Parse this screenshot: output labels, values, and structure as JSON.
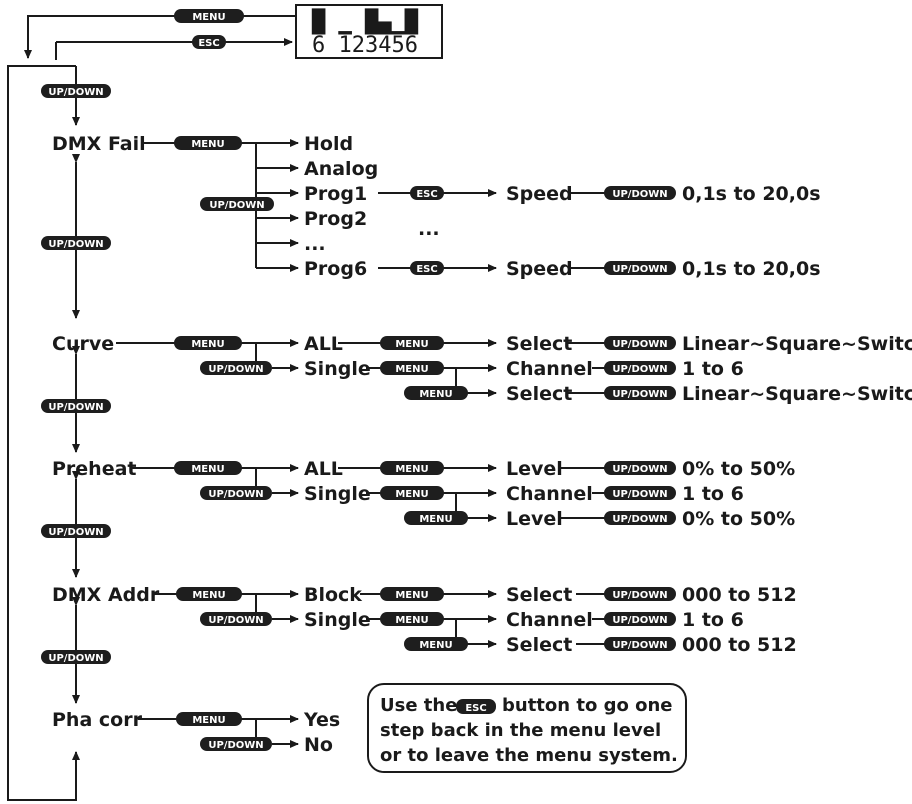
{
  "display": {
    "top": "█ ▁ █▄▁█",
    "bottom": "6 123456"
  },
  "buttons": {
    "menu": "MENU",
    "esc": "ESC",
    "updown": "UP/DOWN"
  },
  "dmx_fail": {
    "label": "DMX Fail",
    "options": [
      "Hold",
      "Analog",
      "Prog1",
      "Prog2",
      "...",
      "Prog6"
    ],
    "ellipsis": "...",
    "speed": "Speed",
    "range": "0,1s to 20,0s"
  },
  "curve": {
    "label": "Curve",
    "all": "ALL",
    "single": "Single",
    "select": "Select",
    "channel": "Channel",
    "values": "Linear~Square~Switch",
    "channels": "1 to 6"
  },
  "preheat": {
    "label": "Preheat",
    "all": "ALL",
    "single": "Single",
    "level": "Level",
    "channel": "Channel",
    "range": "0% to 50%",
    "channels": "1 to 6"
  },
  "dmx_addr": {
    "label": "DMX Addr",
    "block": "Block",
    "single": "Single",
    "select": "Select",
    "channel": "Channel",
    "range": "000 to 512",
    "channels": "1 to 6"
  },
  "pha_corr": {
    "label": "Pha corr",
    "yes": "Yes",
    "no": "No"
  },
  "note": {
    "line1_pre": "Use the",
    "line1_post": "button to go one",
    "line2": "step back in the menu level",
    "line3": "or to leave the menu system."
  }
}
